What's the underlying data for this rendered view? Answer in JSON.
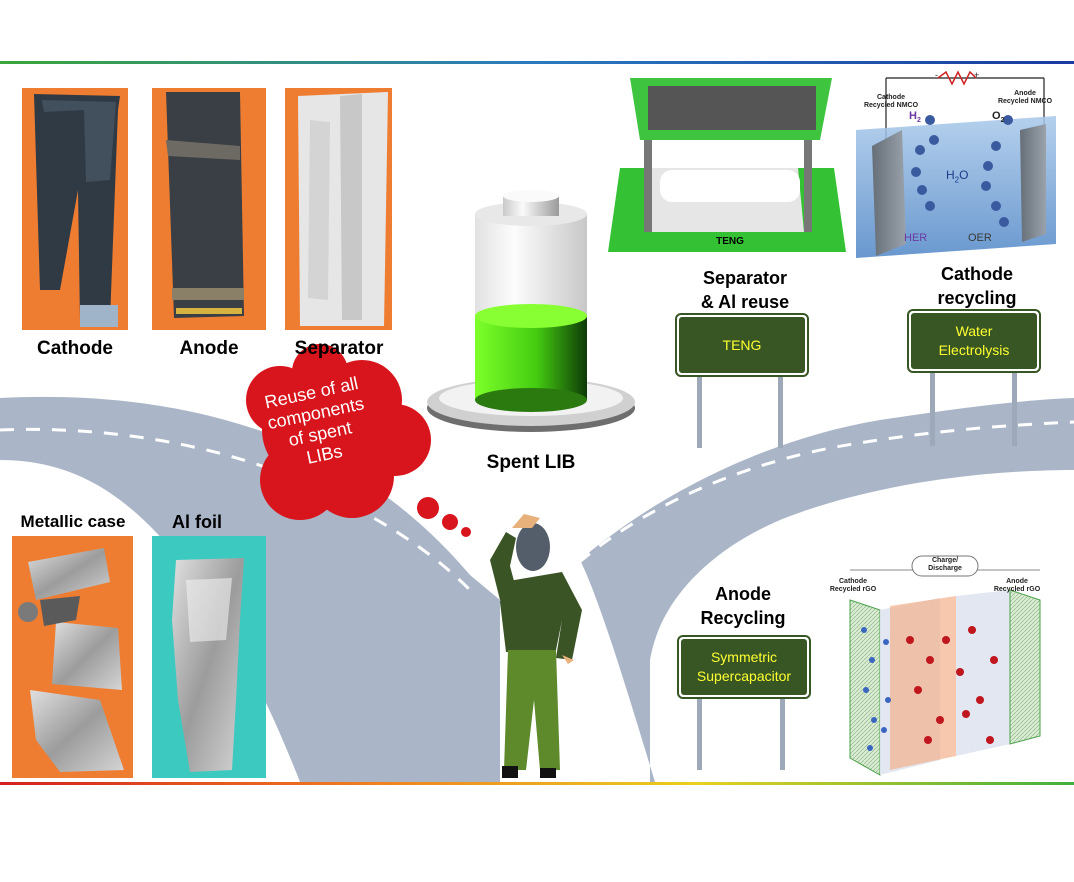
{
  "photos": {
    "cathode": "Cathode",
    "anode": "Anode",
    "separator": "Separator",
    "metallic_case": "Metallic case",
    "al_foil": "Al foil"
  },
  "battery": {
    "label": "Spent LIB"
  },
  "thought_bubble": {
    "line1": "Reuse of all",
    "line2": "components",
    "line3": "of spent",
    "line4": "LIBs"
  },
  "routes": {
    "separator": {
      "title_line1": "Separator",
      "title_line2": "& Al reuse",
      "sign": "TENG"
    },
    "cathode": {
      "title_line1": "Cathode",
      "title_line2": "recycling",
      "sign_line1": "Water",
      "sign_line2": "Electrolysis"
    },
    "anode": {
      "title_line1": "Anode",
      "title_line2": "Recycling",
      "sign_line1": "Symmetric",
      "sign_line2": "Supercapacitor"
    }
  },
  "teng_device": {
    "label": "TENG"
  },
  "electrolysis_cell": {
    "cathode_label_line1": "Cathode",
    "cathode_label_line2": "Recycled NMCO",
    "anode_label_line1": "Anode",
    "anode_label_line2": "Recycled NMCO",
    "h2": "H",
    "h2_sub": "2",
    "o2": "O",
    "o2_sub": "2",
    "water": "H",
    "water_sub": "2",
    "water_end": "O",
    "her": "HER",
    "oer": "OER",
    "minus": "-",
    "plus": "+"
  },
  "supercapacitor": {
    "charge_line1": "Charge/",
    "charge_line2": "Discharge",
    "cathode_line1": "Cathode",
    "cathode_line2": "Recycled rGO",
    "anode_line1": "Anode",
    "anode_line2": "Recycled rGO"
  },
  "colors": {
    "sign_green": "#375623",
    "sign_text": "#ffff33",
    "road": "#aab6c8",
    "cloud": "#d8151c",
    "battery_fill": "#66dd22",
    "photo_bg_orange": "#ef7d31",
    "photo_bg_teal": "#3cc9bf"
  }
}
